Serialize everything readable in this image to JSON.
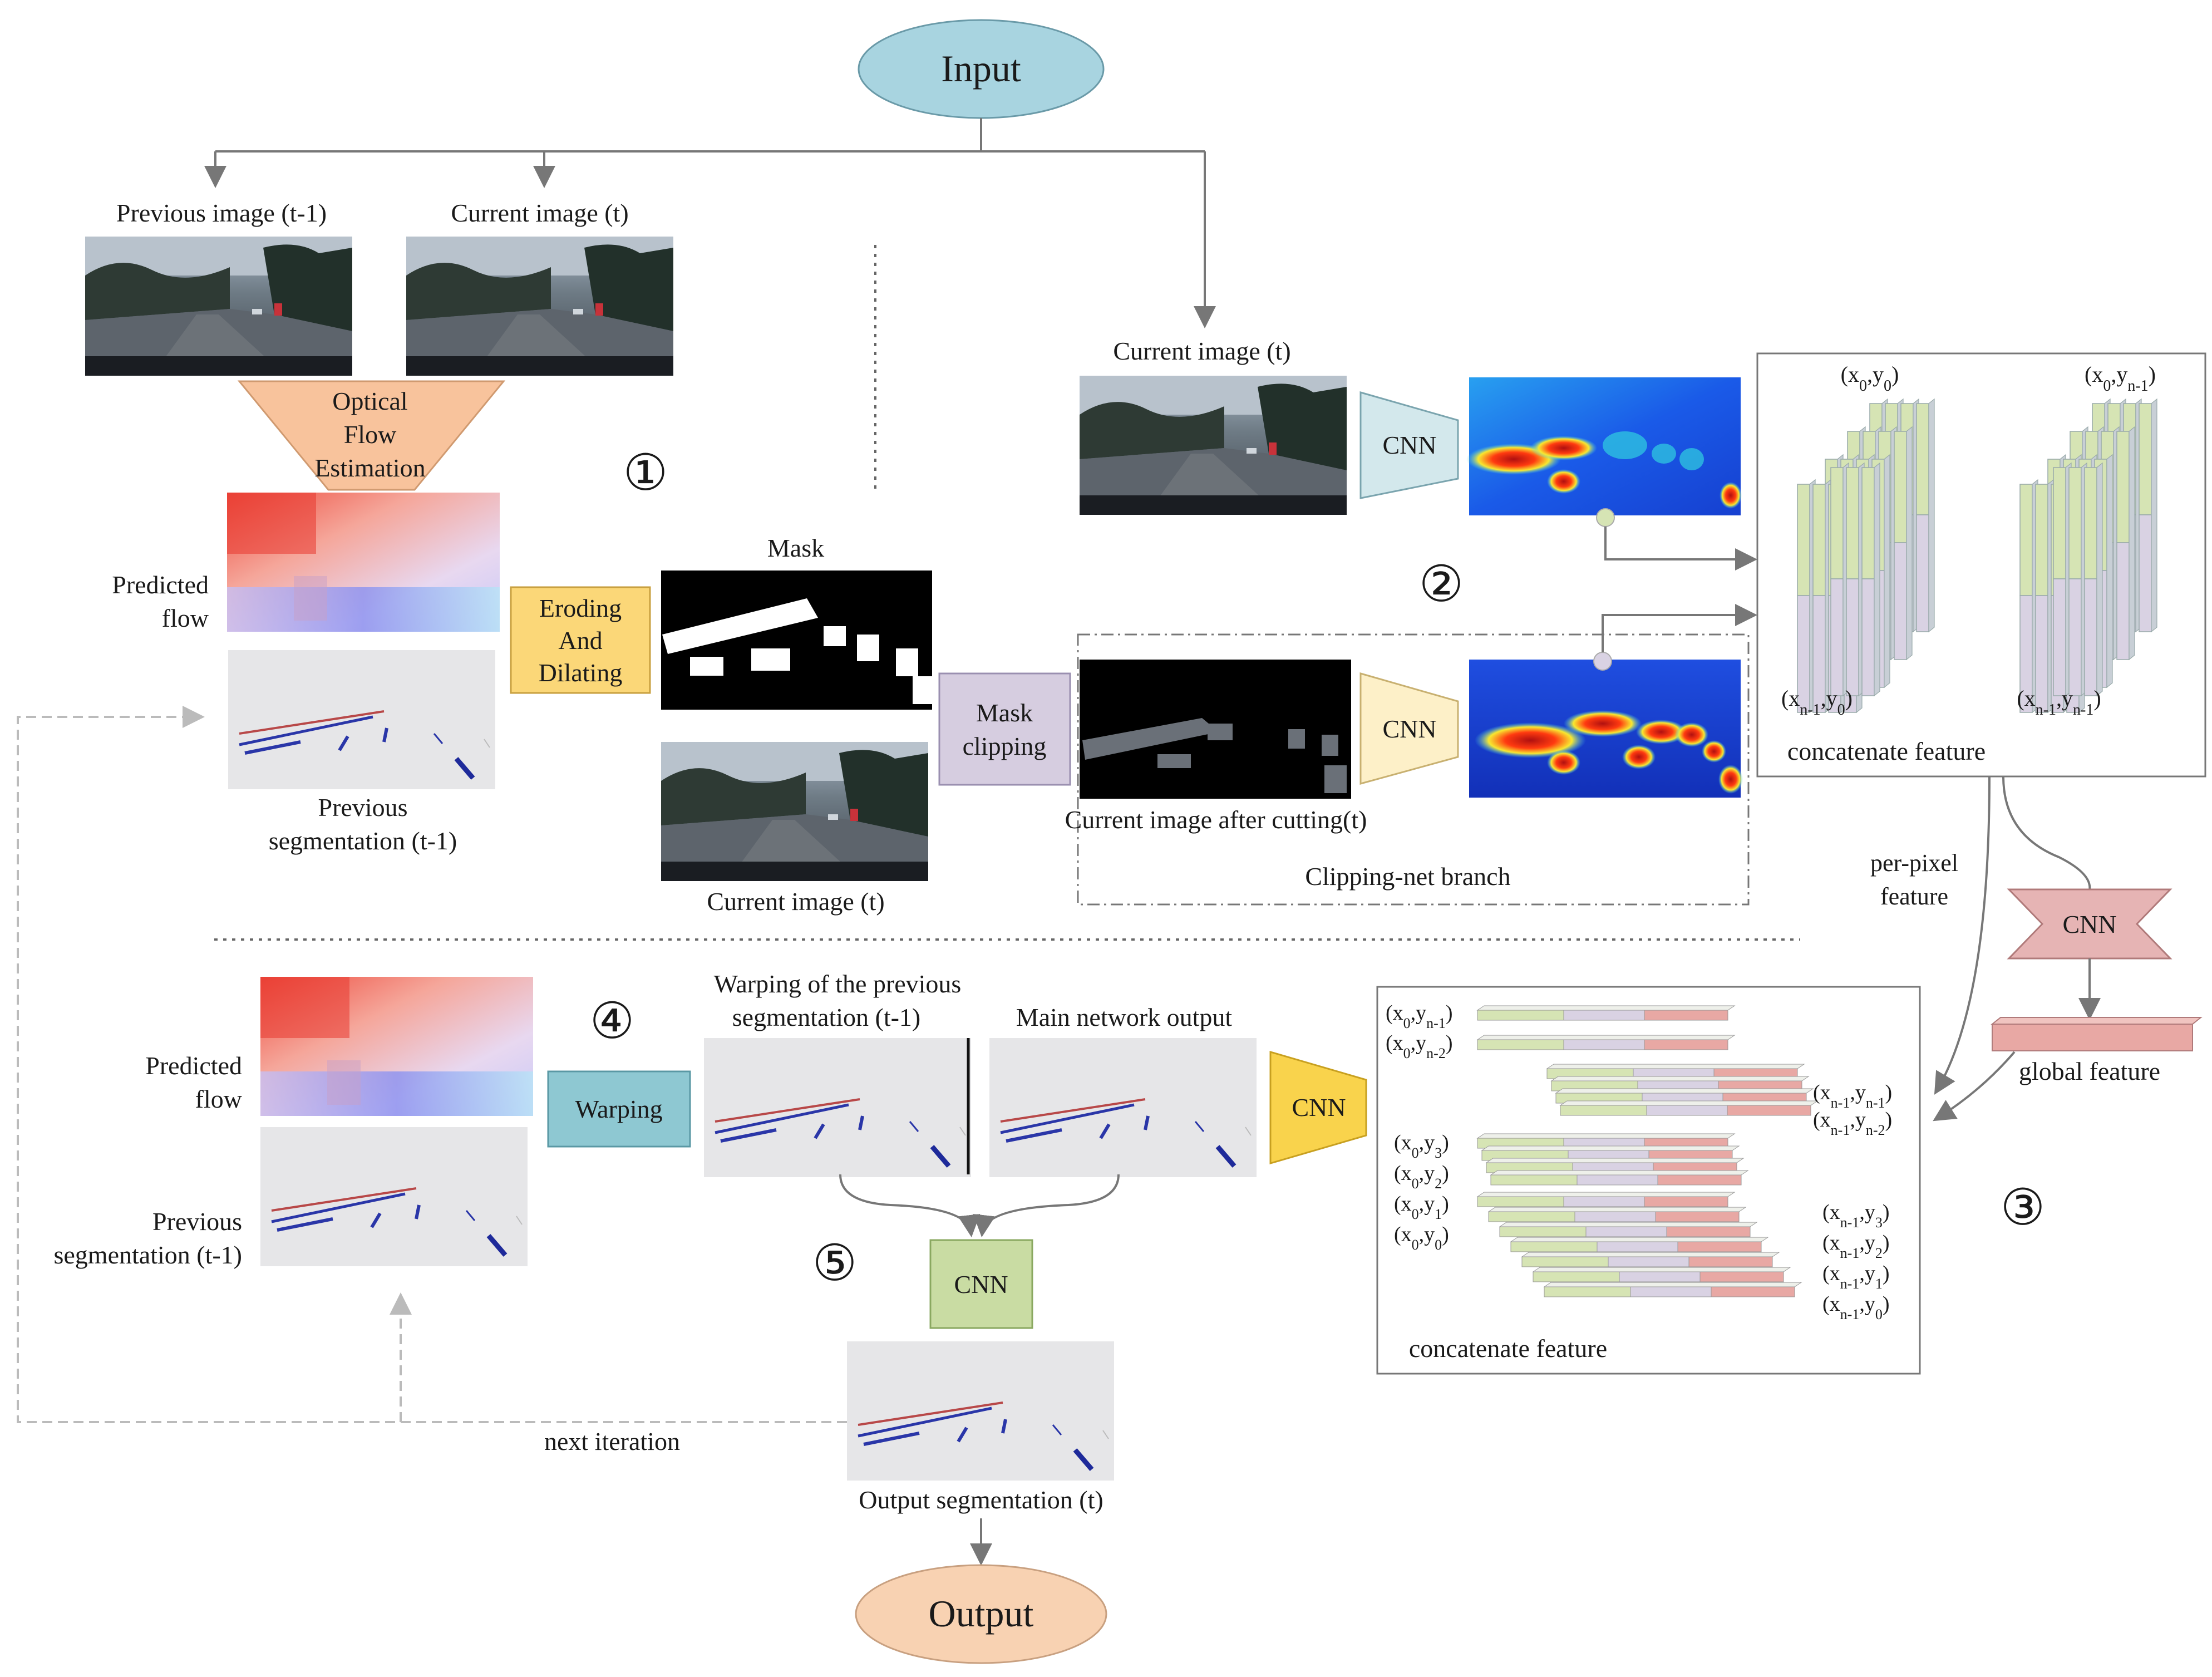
{
  "nodes": {
    "input": "Input",
    "output": "Output"
  },
  "labels": {
    "prev_image": "Previous image (t-1)",
    "curr_image_top": "Current image (t)",
    "optical_flow": [
      "Optical",
      "Flow",
      "Estimation"
    ],
    "predicted_flow_1": [
      "Predicted",
      "flow"
    ],
    "prev_seg_1": [
      "Previous",
      "segmentation (t-1)"
    ],
    "eroding": [
      "Eroding",
      "And",
      "Dilating"
    ],
    "mask": "Mask",
    "curr_image_mid": "Current image (t)",
    "mask_clipping": [
      "Mask",
      "clipping"
    ],
    "curr_image_right": "Current image (t)",
    "cnn": "CNN",
    "curr_after_cutting": "Current image after cutting(t)",
    "clipping_branch": "Clipping-net branch",
    "concat_feature": "concatenate feature",
    "per_pixel": [
      "per-pixel",
      "feature"
    ],
    "global_feature": "global feature",
    "predicted_flow_2": [
      "Predicted",
      "flow"
    ],
    "prev_seg_2": [
      "Previous",
      "segmentation (t-1)"
    ],
    "warping": "Warping",
    "warping_prev": [
      "Warping of the previous",
      "segmentation (t-1)"
    ],
    "main_output": "Main network output",
    "output_seg": "Output segmentation (t)",
    "next_iteration": "next iteration"
  },
  "step_markers": [
    "①",
    "②",
    "③",
    "④",
    "⑤"
  ],
  "colors": {
    "input_fill": "#a8d4e0",
    "output_fill": "#f8d2b2",
    "optical_flow_fill": "#f8c39c",
    "eroding_fill": "#fbd778",
    "mask_clipping_fill": "#d6cde0",
    "cnn_light_blue": "#d3e8ec",
    "cnn_light_yellow": "#fdf0c8",
    "cnn_yellow": "#f9d34c",
    "cnn_pink": "#e6b4b4",
    "cnn_green": "#c9dca3",
    "warping_fill": "#8ec8d2",
    "feature_green": "#d6e4b4",
    "feature_purple": "#d9d2e3",
    "feature_red": "#e8a8a4"
  }
}
